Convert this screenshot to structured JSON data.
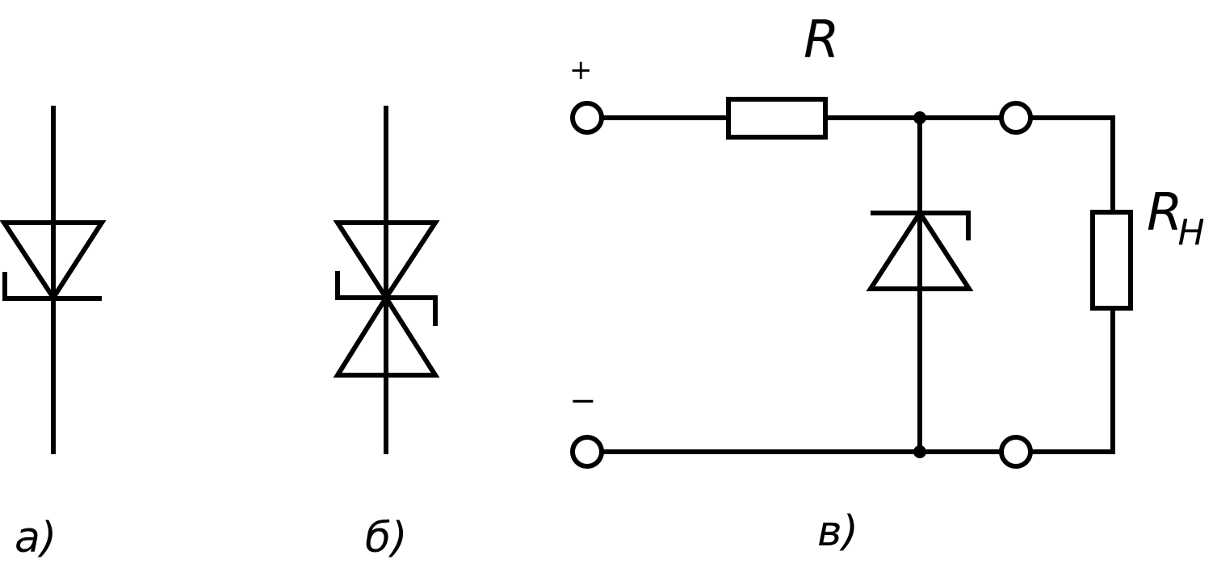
{
  "labels": {
    "fig_a": "а)",
    "fig_b": "б)",
    "fig_c": "в)",
    "resistor_r": "R",
    "load_r_main": "R",
    "load_r_sub": "Н",
    "plus": "+",
    "minus": "−"
  },
  "colors": {
    "line": "#000000",
    "background": "#ffffff"
  }
}
